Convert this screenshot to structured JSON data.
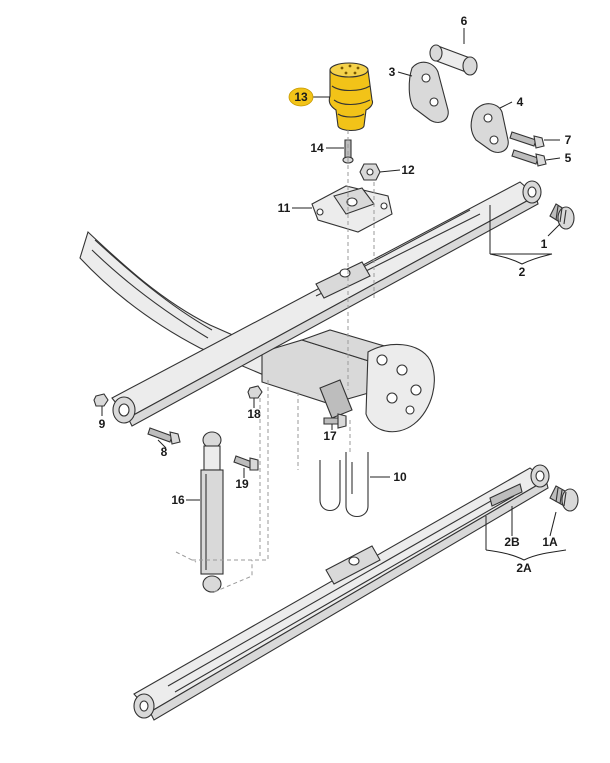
{
  "highlight_color": "#f2c318",
  "labels": {
    "l1": "1",
    "l1a": "1A",
    "l2": "2",
    "l2a": "2A",
    "l2b": "2B",
    "l3": "3",
    "l4": "4",
    "l5": "5",
    "l6": "6",
    "l7": "7",
    "l8": "8",
    "l9": "9",
    "l10": "10",
    "l11": "11",
    "l12": "12",
    "l13": "13",
    "l14": "14",
    "l16": "16",
    "l17": "17",
    "l18": "18",
    "l19": "19"
  }
}
